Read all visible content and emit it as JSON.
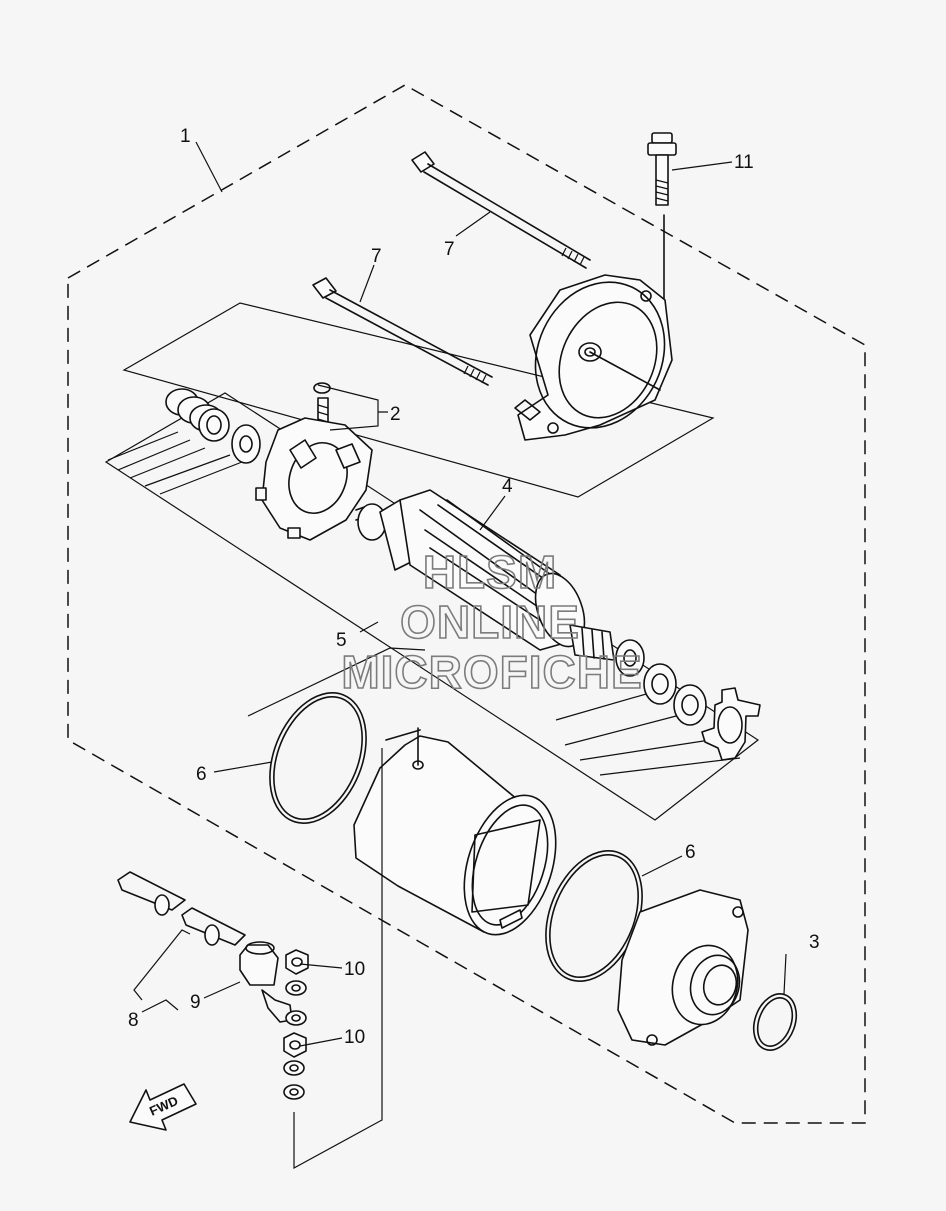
{
  "callouts": {
    "c1": "1",
    "c2": "2",
    "c3": "3",
    "c4": "4",
    "c5": "5",
    "c6a": "6",
    "c6b": "6",
    "c7a": "7",
    "c7b": "7",
    "c8": "8",
    "c9": "9",
    "c10a": "10",
    "c10b": "10",
    "c11": "11"
  },
  "watermark": {
    "line1": "HLSM",
    "line2": "ONLINE",
    "line3": "MICROFICHE"
  },
  "direction_marker": {
    "label": "FWD"
  }
}
